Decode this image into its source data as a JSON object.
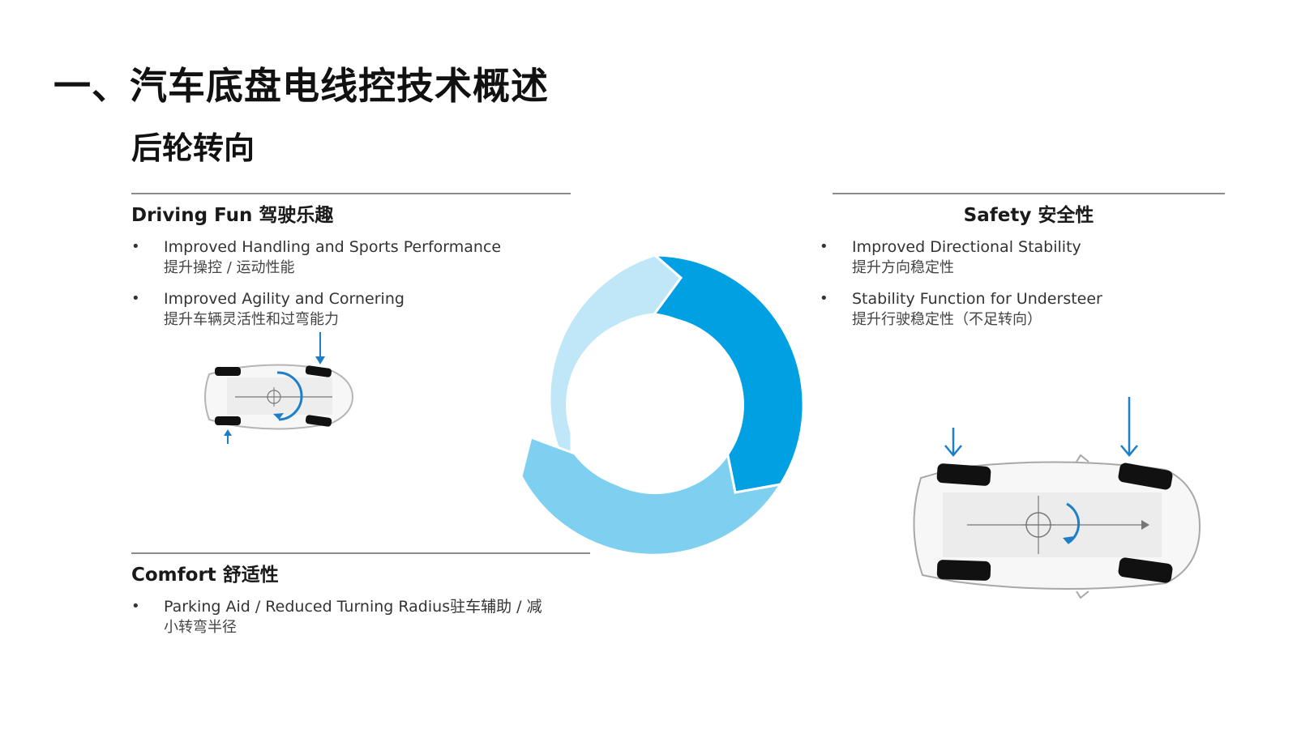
{
  "page": {
    "title": "一、汽车底盘电线控技术概述",
    "subtitle": "后轮转向"
  },
  "sections": {
    "driving_fun": {
      "heading": "Driving Fun 驾驶乐趣",
      "items": [
        {
          "en": "Improved Handling and Sports Performance",
          "zh": "提升操控 / 运动性能"
        },
        {
          "en": "Improved Agility and Cornering",
          "zh": "提升车辆灵活性和过弯能力"
        }
      ]
    },
    "safety": {
      "heading": "Safety 安全性",
      "items": [
        {
          "en": "Improved Directional Stability",
          "zh": "提升方向稳定性"
        },
        {
          "en": "Stability Function for Understeer",
          "zh": "提升行驶稳定性（不足转向）"
        }
      ]
    },
    "comfort": {
      "heading": "Comfort 舒适性",
      "items": [
        {
          "en": "Parking Aid / Reduced Turning Radius驻车辅助 / 减",
          "zh": "小转弯半径"
        }
      ]
    }
  },
  "colors": {
    "ring_dark": "#00a0e2",
    "ring_mid": "#7fd0f0",
    "ring_light": "#bfe7f8",
    "arrow_blue": "#1e7fc8",
    "rule_gray": "#8c8c8c"
  },
  "icons": {
    "cycle": "cycle-arrows-diagram",
    "car_small": "car-top-view-opposite-phase-steering-icon",
    "car_large": "car-top-view-same-phase-steering-icon"
  }
}
